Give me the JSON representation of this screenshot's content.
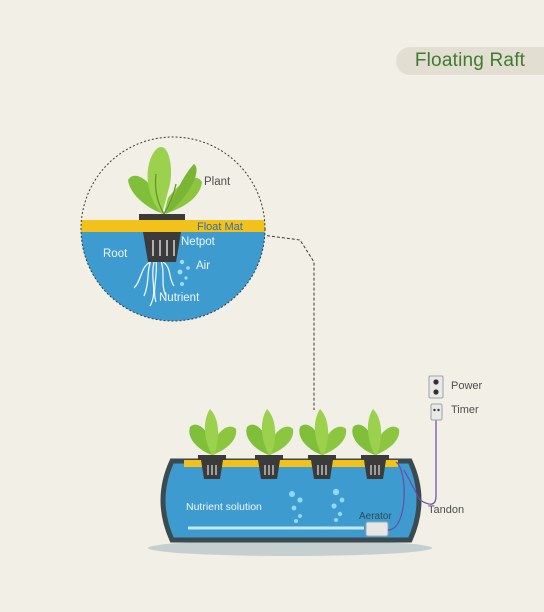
{
  "title": "Floating Raft",
  "labels": {
    "plant": "Plant",
    "float_mat": "Float Mat",
    "netpot": "Netpot",
    "root": "Root",
    "air": "Air",
    "nutrient": "Nutrient",
    "power": "Power",
    "timer": "Timer",
    "nutrient_solution": "Nutrient solution",
    "aerator": "Aerator",
    "tandon": "Tandon"
  },
  "colors": {
    "background": "#f1efe6",
    "water": "#3d9bd0",
    "float_mat": "#f3c21a",
    "leaf": "#8cc63f",
    "leaf_dark": "#5e9a2a",
    "tank_outline": "#3b4a4f",
    "title_text": "#3f7a2e"
  }
}
